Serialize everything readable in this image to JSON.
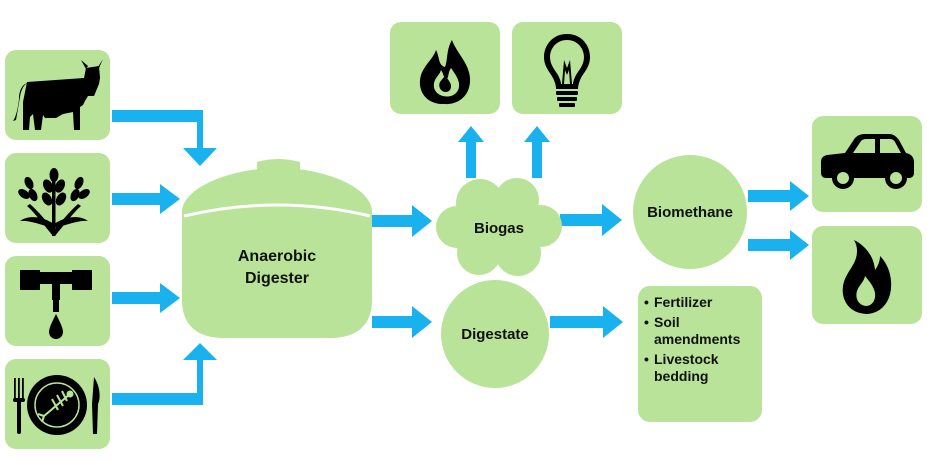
{
  "colors": {
    "box_fill": "#b8e398",
    "arrow": "#1ab2ee",
    "icon": "#000000",
    "text": "#111111"
  },
  "inputs": [
    {
      "icon": "cow-icon"
    },
    {
      "icon": "wheat-plant-icon"
    },
    {
      "icon": "faucet-drip-icon"
    },
    {
      "icon": "food-waste-plate-icon"
    }
  ],
  "digester": {
    "label_line1": "Anaerobic",
    "label_line2": "Digester"
  },
  "biogas": {
    "label": "Biogas",
    "uses": [
      {
        "icon": "flame-icon"
      },
      {
        "icon": "light-bulb-icon"
      }
    ]
  },
  "digestate": {
    "label": "Digestate",
    "products": [
      "Fertilizer",
      "Soil amendments",
      "Livestock bedding"
    ]
  },
  "biomethane": {
    "label": "Biomethane",
    "uses": [
      {
        "icon": "car-icon"
      },
      {
        "icon": "flame-icon"
      }
    ]
  }
}
